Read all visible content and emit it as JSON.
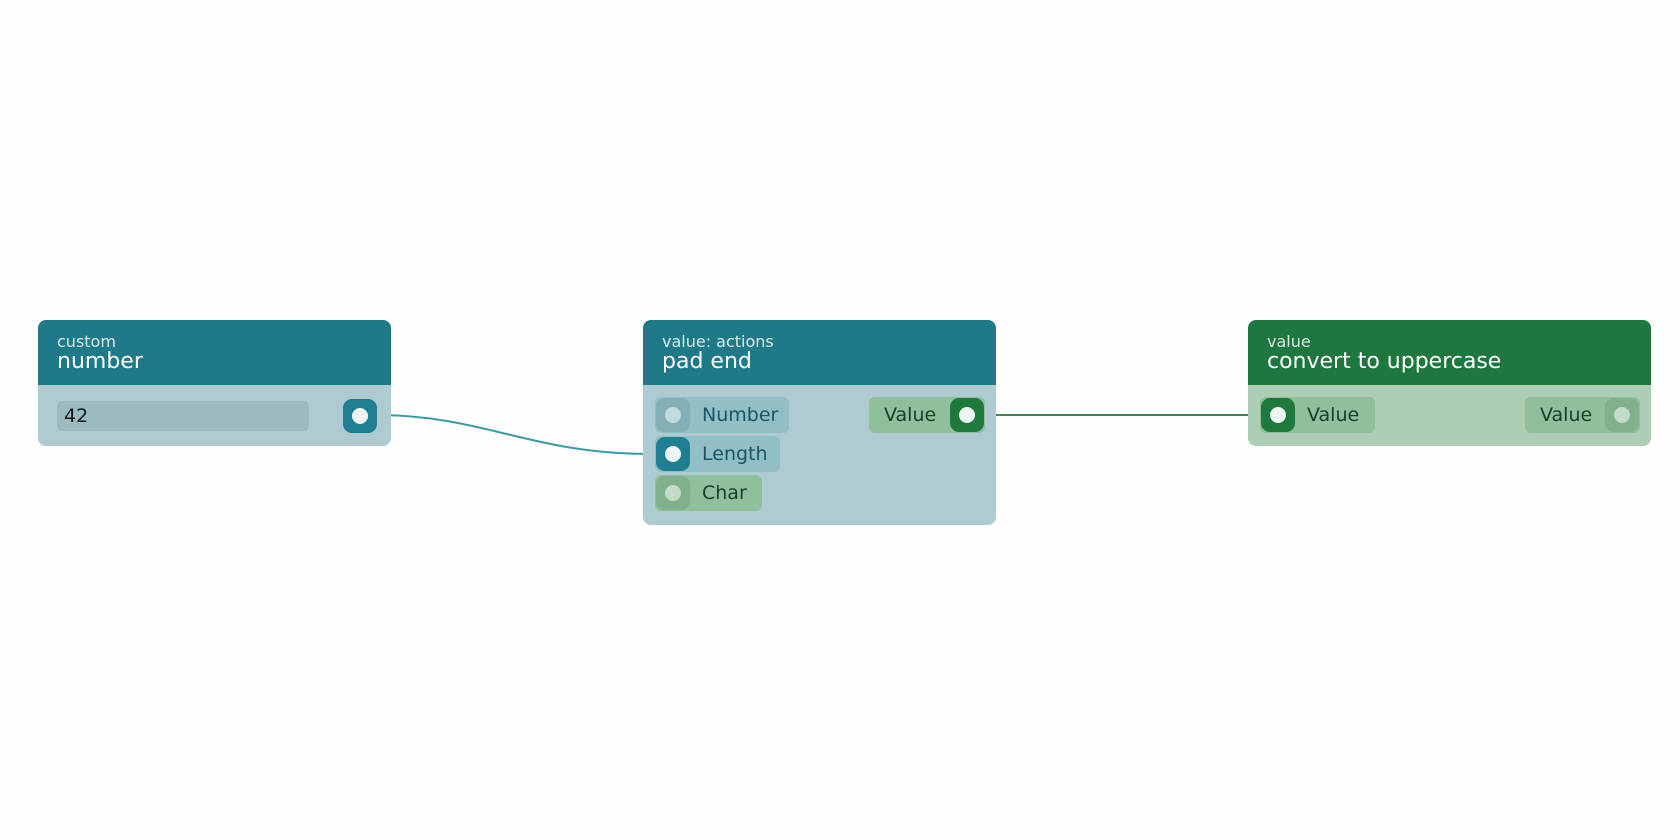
{
  "nodes": {
    "number": {
      "category": "custom",
      "title": "number",
      "value": "42"
    },
    "pad_end": {
      "category": "value: actions",
      "title": "pad end",
      "inputs": [
        "Number",
        "Length",
        "Char"
      ],
      "output": "Value"
    },
    "uppercase": {
      "category": "value",
      "title": "convert to uppercase",
      "input": "Value",
      "output": "Value"
    }
  },
  "colors": {
    "teal_header": "#1e7a89",
    "teal_body": "#adcbd1",
    "green_header": "#1e773f",
    "green_body": "#adcdb4",
    "teal_wire": "#3a9aa8",
    "green_wire": "#3a8a5a",
    "background": "#fefefe"
  },
  "icons": {
    "connected_socket": "filled-circle-socket",
    "unconnected_socket": "faded-circle-socket"
  }
}
